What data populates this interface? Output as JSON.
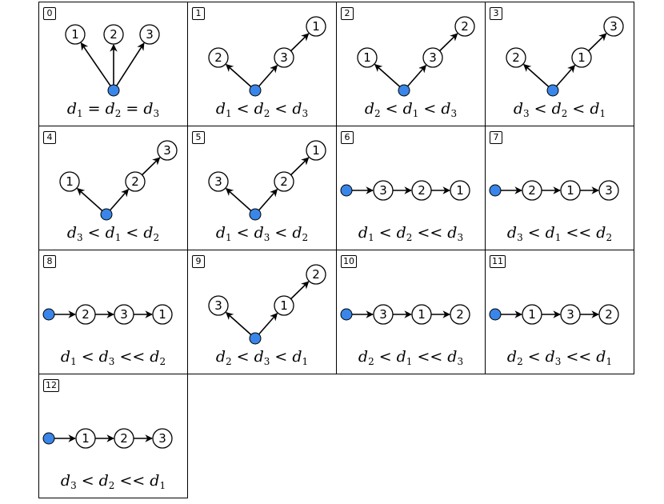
{
  "colors": {
    "source_fill": "#3a86e8",
    "stroke": "#000000",
    "node_fill": "#ffffff"
  },
  "panels": [
    {
      "index": "0",
      "layout": "fan",
      "nodes": [
        "1",
        "2",
        "3"
      ],
      "caption": [
        {
          "t": "d",
          "s": "1"
        },
        {
          "op": "="
        },
        {
          "t": "d",
          "s": "2"
        },
        {
          "op": "="
        },
        {
          "t": "d",
          "s": "3"
        }
      ]
    },
    {
      "index": "1",
      "layout": "v",
      "left": "2",
      "chain": [
        "3",
        "1"
      ],
      "caption": [
        {
          "t": "d",
          "s": "1"
        },
        {
          "op": "<"
        },
        {
          "t": "d",
          "s": "2"
        },
        {
          "op": "<"
        },
        {
          "t": "d",
          "s": "3"
        }
      ]
    },
    {
      "index": "2",
      "layout": "v",
      "left": "1",
      "chain": [
        "3",
        "2"
      ],
      "caption": [
        {
          "t": "d",
          "s": "2"
        },
        {
          "op": "<"
        },
        {
          "t": "d",
          "s": "1"
        },
        {
          "op": "<"
        },
        {
          "t": "d",
          "s": "3"
        }
      ]
    },
    {
      "index": "3",
      "layout": "v",
      "left": "2",
      "chain": [
        "1",
        "3"
      ],
      "caption": [
        {
          "t": "d",
          "s": "3"
        },
        {
          "op": "<"
        },
        {
          "t": "d",
          "s": "2"
        },
        {
          "op": "<"
        },
        {
          "t": "d",
          "s": "1"
        }
      ]
    },
    {
      "index": "4",
      "layout": "v",
      "left": "1",
      "chain": [
        "2",
        "3"
      ],
      "caption": [
        {
          "t": "d",
          "s": "3"
        },
        {
          "op": "<"
        },
        {
          "t": "d",
          "s": "1"
        },
        {
          "op": "<"
        },
        {
          "t": "d",
          "s": "2"
        }
      ]
    },
    {
      "index": "5",
      "layout": "v",
      "left": "3",
      "chain": [
        "2",
        "1"
      ],
      "caption": [
        {
          "t": "d",
          "s": "1"
        },
        {
          "op": "<"
        },
        {
          "t": "d",
          "s": "3"
        },
        {
          "op": "<"
        },
        {
          "t": "d",
          "s": "2"
        }
      ]
    },
    {
      "index": "6",
      "layout": "chain",
      "nodes": [
        "3",
        "2",
        "1"
      ],
      "caption": [
        {
          "t": "d",
          "s": "1"
        },
        {
          "op": "<"
        },
        {
          "t": "d",
          "s": "2"
        },
        {
          "op": "<<"
        },
        {
          "t": "d",
          "s": "3"
        }
      ]
    },
    {
      "index": "7",
      "layout": "chain",
      "nodes": [
        "2",
        "1",
        "3"
      ],
      "caption": [
        {
          "t": "d",
          "s": "3"
        },
        {
          "op": "<"
        },
        {
          "t": "d",
          "s": "1"
        },
        {
          "op": "<<"
        },
        {
          "t": "d",
          "s": "2"
        }
      ]
    },
    {
      "index": "8",
      "layout": "chain",
      "nodes": [
        "2",
        "3",
        "1"
      ],
      "caption": [
        {
          "t": "d",
          "s": "1"
        },
        {
          "op": "<"
        },
        {
          "t": "d",
          "s": "3"
        },
        {
          "op": "<<"
        },
        {
          "t": "d",
          "s": "2"
        }
      ]
    },
    {
      "index": "9",
      "layout": "v",
      "left": "3",
      "chain": [
        "1",
        "2"
      ],
      "caption": [
        {
          "t": "d",
          "s": "2"
        },
        {
          "op": "<"
        },
        {
          "t": "d",
          "s": "3"
        },
        {
          "op": "<"
        },
        {
          "t": "d",
          "s": "1"
        }
      ]
    },
    {
      "index": "10",
      "layout": "chain",
      "nodes": [
        "3",
        "1",
        "2"
      ],
      "caption": [
        {
          "t": "d",
          "s": "2"
        },
        {
          "op": "<"
        },
        {
          "t": "d",
          "s": "1"
        },
        {
          "op": "<<"
        },
        {
          "t": "d",
          "s": "3"
        }
      ]
    },
    {
      "index": "11",
      "layout": "chain",
      "nodes": [
        "1",
        "3",
        "2"
      ],
      "caption": [
        {
          "t": "d",
          "s": "2"
        },
        {
          "op": "<"
        },
        {
          "t": "d",
          "s": "3"
        },
        {
          "op": "<<"
        },
        {
          "t": "d",
          "s": "1"
        }
      ]
    },
    {
      "index": "12",
      "layout": "chain",
      "nodes": [
        "1",
        "2",
        "3"
      ],
      "caption": [
        {
          "t": "d",
          "s": "3"
        },
        {
          "op": "<"
        },
        {
          "t": "d",
          "s": "2"
        },
        {
          "op": "<<"
        },
        {
          "t": "d",
          "s": "1"
        }
      ]
    }
  ]
}
